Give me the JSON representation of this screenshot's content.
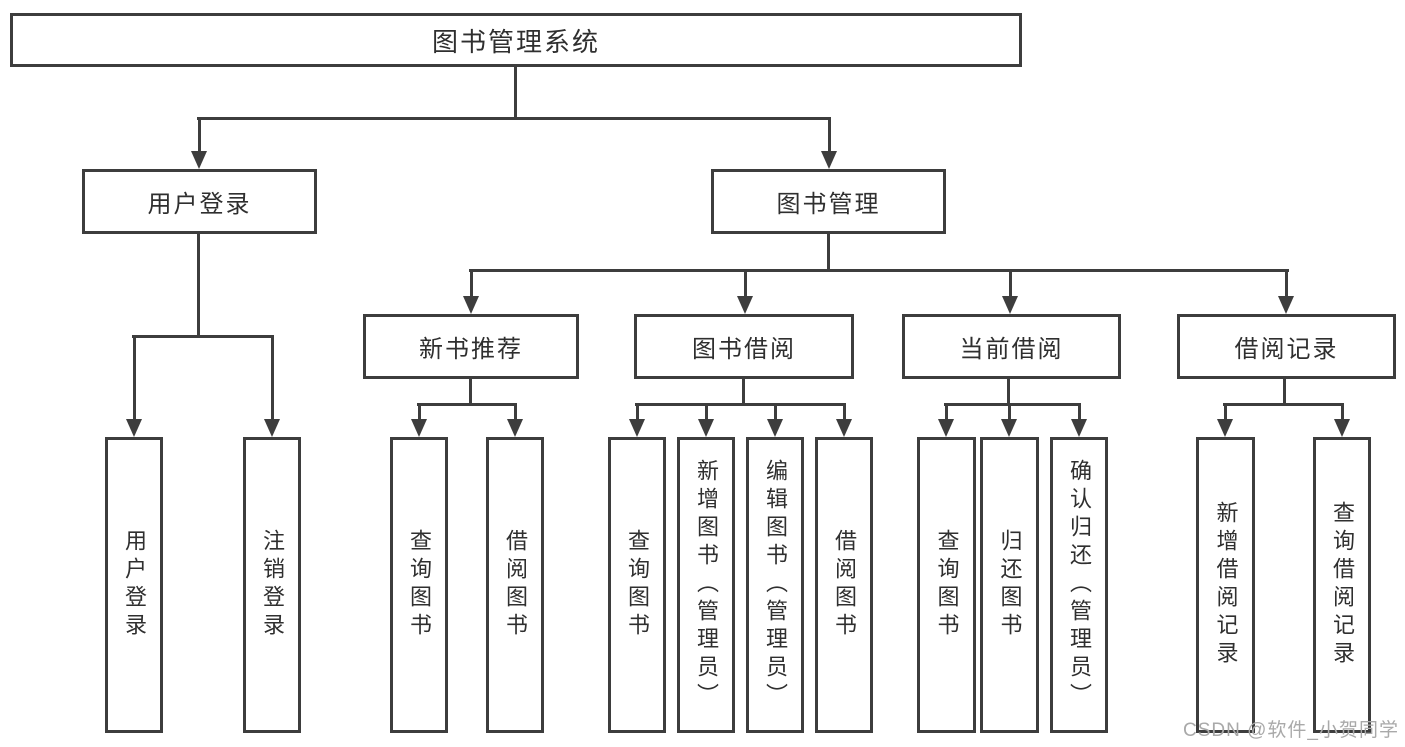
{
  "colors": {
    "line": "#3d3d3d",
    "text": "#2f2f2f",
    "watermark": "#a9a9a9",
    "background": "#ffffff"
  },
  "watermark": "CSDN @软件_小贺同学",
  "tree": {
    "root": "图书管理系统",
    "children": [
      {
        "label": "用户登录",
        "children": [
          "用户登录",
          "注销登录"
        ]
      },
      {
        "label": "图书管理",
        "children": [
          {
            "label": "新书推荐",
            "children": [
              "查询图书",
              "借阅图书"
            ]
          },
          {
            "label": "图书借阅",
            "children": [
              "查询图书",
              "新增图书（管理员）",
              "编辑图书（管理员）",
              "借阅图书"
            ]
          },
          {
            "label": "当前借阅",
            "children": [
              "查询图书",
              "归还图书",
              "确认归还（管理员）"
            ]
          },
          {
            "label": "借阅记录",
            "children": [
              "新增借阅记录",
              "查询借阅记录"
            ]
          }
        ]
      }
    ]
  }
}
